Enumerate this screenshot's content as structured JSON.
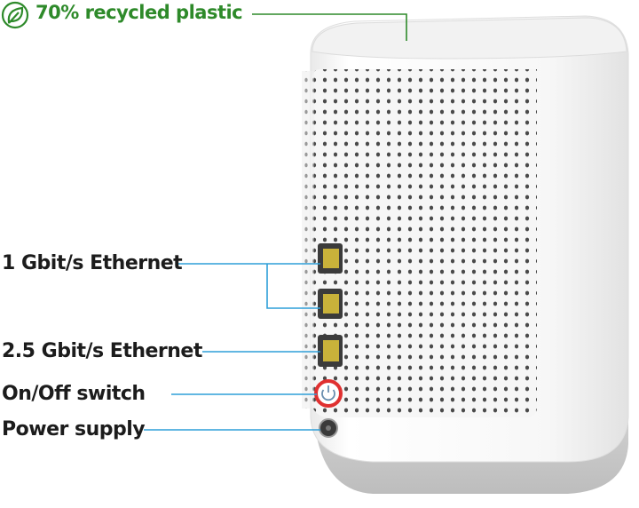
{
  "colors": {
    "green": "#2e8a2a",
    "leader_blue": "#2f9fd8",
    "text": "#1c1c1c",
    "power_ring": "#e03030",
    "port_yellow": "#c9b23a"
  },
  "icons": {
    "recycle": "leaf-icon",
    "power": "power-icon"
  },
  "callouts": {
    "recycled": "70% recycled plastic",
    "eth1": "1 Gbit/s Ethernet",
    "eth25": "2.5 Gbit/s Ethernet",
    "onoff": "On/Off switch",
    "power": "Power supply"
  }
}
